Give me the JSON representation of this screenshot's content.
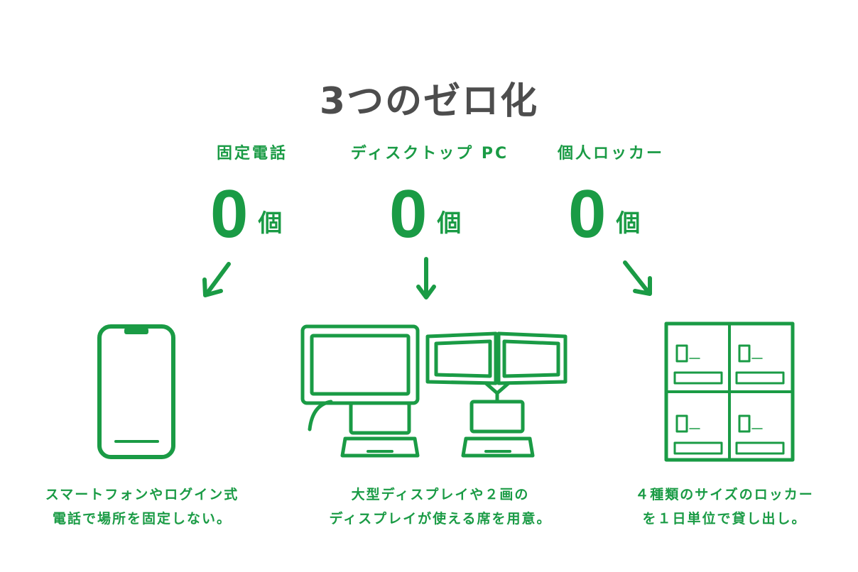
{
  "title": "3つのゼロ化",
  "accent_color": "#1a9b45",
  "items": [
    {
      "label": "固定電話",
      "count": "0",
      "unit": "個",
      "icon": "smartphone-icon",
      "caption_lines": [
        "スマートフォンやログイン式",
        "電話で場所を固定しない。"
      ]
    },
    {
      "label": "ディスクトップ PC",
      "count": "0",
      "unit": "個",
      "icon": "monitors-icon",
      "caption_lines": [
        "大型ディスプレイや２画の",
        "ディスプレイが使える席を用意。"
      ]
    },
    {
      "label": "個人ロッカー",
      "count": "0",
      "unit": "個",
      "icon": "locker-icon",
      "caption_lines": [
        "４種類のサイズのロッカー",
        "を１日単位で貸し出し。"
      ]
    }
  ]
}
